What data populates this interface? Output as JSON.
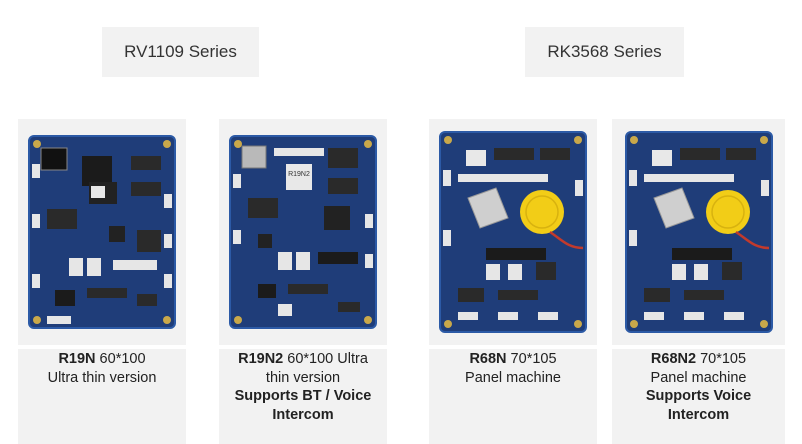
{
  "series": [
    {
      "label": "RV1109 Series"
    },
    {
      "label": "RK3568 Series"
    }
  ],
  "products": [
    {
      "model": "R19N",
      "line1_rest": " 60*100",
      "line2": "Ultra thin version",
      "line3": "",
      "line4": ""
    },
    {
      "model": "R19N2",
      "line1_rest": " 60*100 Ultra",
      "line2": "thin version",
      "line3": "Supports BT / Voice",
      "line4": "Intercom",
      "chip_label": "R19N2"
    },
    {
      "model": "R68N",
      "line1_rest": " 70*105",
      "line2": "Panel machine",
      "line3": "",
      "line4": ""
    },
    {
      "model": "R68N2",
      "line1_rest": " 70*105",
      "line2": "Panel machine",
      "line3": "Supports Voice",
      "line4": "Intercom"
    }
  ],
  "colors": {
    "panel_bg": "#f2f2f2",
    "pcb_blue": "#1f3d79",
    "battery_yellow": "#f2cd17",
    "connector_white": "#e6e6e6"
  }
}
